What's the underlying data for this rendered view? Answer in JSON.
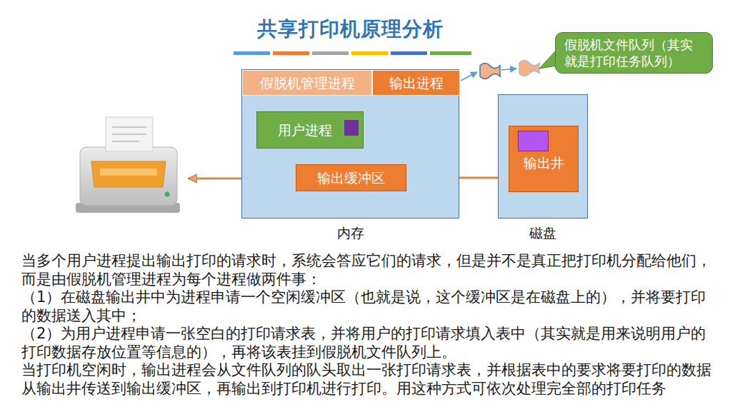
{
  "diagram": {
    "title": "共享打印机原理分析",
    "nodes": [
      {
        "text": [
          "内存"
        ]
      },
      {
        "text": [
          "假脱机管理进程"
        ],
        "in": 0
      },
      {
        "text": [
          "输出进程"
        ],
        "in": 0
      },
      {
        "text": [
          "用户进程"
        ],
        "in": 0
      },
      {
        "text": [
          "输出缓冲区"
        ],
        "in": 0
      },
      {
        "text": [
          "磁盘"
        ]
      },
      {
        "text": [
          "输出井"
        ],
        "in": 5
      },
      {
        "text": [
          "假脱机文件队列（其实就是打印任务队列）"
        ]
      }
    ],
    "edges": [
      {
        "from": 6,
        "to": 4,
        "arrow": "to"
      }
    ],
    "labels": [
      "当多个用户进程提出输出打印的请求时，系统会答应它们的请求，但是并不是真正把打印机分配给他们，而是由假脱机管理进程为每个进程做两件事：",
      "（1）在磁盘输出井中为进程申请一个空闲缓冲区（也就是说，这个缓冲区是在磁盘上的），并将要打印的数据送入其中；",
      "（2）为用户进程申请一张空白的打印请求表，并将用户的打印请求填入表中（其实就是用来说明用户的打印数据存放位置等信息的），再将该表挂到假脱机文件队列上。",
      "当打印机空闲时，输出进程会从文件队列的队头取出一张打印请求表，并根据表中的要求将要打印的数据从输出井传送到输出缓冲区，再输出到打印机进行打印。用这种方式可依次处理完全部的打印任务"
    ]
  }
}
